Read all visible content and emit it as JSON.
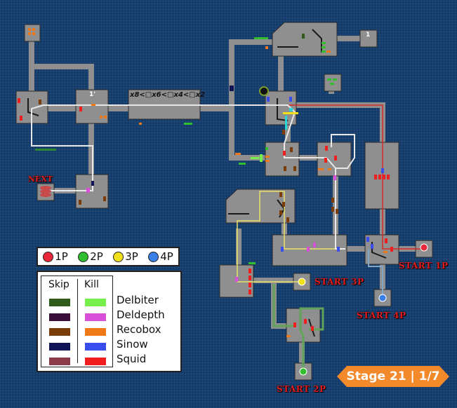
{
  "map_labels": {
    "next": "NEXT",
    "door_a": "1",
    "door_b": "1'",
    "multipliers": "x8<□x6<□x4<□x2"
  },
  "player_legend": [
    {
      "label": "1P",
      "color": "#e8283a"
    },
    {
      "label": "2P",
      "color": "#2fbf2f"
    },
    {
      "label": "3P",
      "color": "#f2e11a"
    },
    {
      "label": "4P",
      "color": "#3a7ee8"
    }
  ],
  "enemy_legend": {
    "skip_header": "Skip",
    "kill_header": "Kill",
    "rows": [
      {
        "name": "Delbiter",
        "skip_color": "#2e5a1c",
        "kill_color": "#76f04a"
      },
      {
        "name": "Deldepth",
        "skip_color": "#3a0f38",
        "kill_color": "#d64fd6"
      },
      {
        "name": "Recobox",
        "skip_color": "#7a3d0a",
        "kill_color": "#f07a1a"
      },
      {
        "name": "Sinow",
        "skip_color": "#101456",
        "kill_color": "#3a4ef0"
      },
      {
        "name": "Squid",
        "skip_color": "#8a3a48",
        "kill_color": "#f01e1e"
      }
    ]
  },
  "starts": {
    "p1": "START 1P",
    "p2": "START 2P",
    "p3": "START 3P",
    "p4": "START 4P"
  },
  "stage_badge": "Stage 21 | 1/7",
  "route_colors": {
    "p1": "#d62a2a",
    "p2": "#62a35a",
    "p3": "#e8e06a",
    "p4": "#7fa6c6",
    "shared": "#e8e8e8"
  }
}
